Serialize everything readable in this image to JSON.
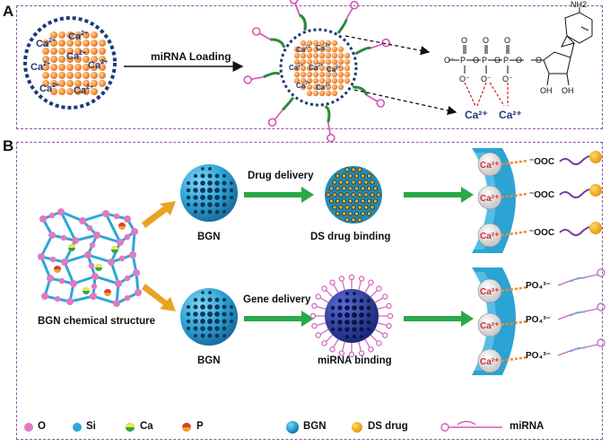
{
  "panels": {
    "a_label": "A",
    "b_label": "B"
  },
  "panel_a": {
    "ion_label": "Ca",
    "ion_charge": "2+",
    "loading_label": "miRNA Loading",
    "nh2_label": "NH2",
    "phosphate_o": "O",
    "phosphate_p": "P",
    "o_minus": "O⁻",
    "oh_label": "OH",
    "ca_bridge_label": "Ca²⁺"
  },
  "panel_b": {
    "drug_delivery": "Drug delivery",
    "gene_delivery": "Gene delivery",
    "bgn_top": "BGN",
    "bgn_bottom": "BGN",
    "ds_binding": "DS drug binding",
    "mirna_binding": "miRNA binding",
    "structure_label": "BGN chemical structure",
    "ca_ion": "Ca²⁺",
    "carboxyl": "⁻OOC",
    "phosphate_group": "PO₄³⁻"
  },
  "legend": {
    "o": "O",
    "si": "Si",
    "ca": "Ca",
    "p": "P",
    "bgn": "BGN",
    "ds_drug": "DS drug",
    "mirna": "miRNA"
  },
  "colors": {
    "border": "#8a5aa8",
    "orange": "#f08a2a",
    "navy": "#1f3a7a",
    "blue": "#2da7d8",
    "green_arrow": "#2aa84a",
    "gold_arrow": "#e8a321",
    "pink": "#e07ac0",
    "red": "#d32f2f"
  }
}
